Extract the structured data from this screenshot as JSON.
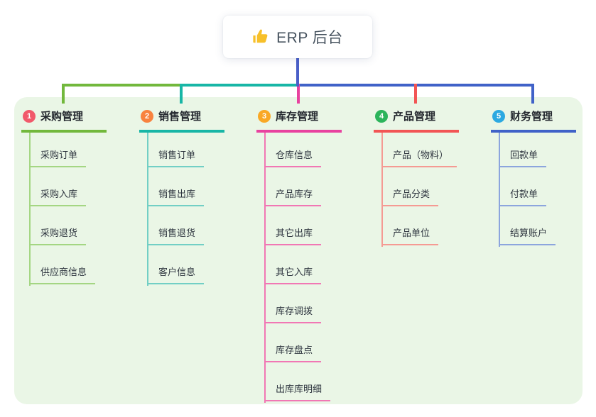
{
  "root": {
    "label": "ERP 后台",
    "icon": "thumbs-up-icon",
    "icon_color": "#f7c02a"
  },
  "colors": {
    "background": "#ffffff",
    "panel_background": "#eaf6e6",
    "root_stem": "#4a5fc8"
  },
  "branches": [
    {
      "num": "1",
      "label": "采购管理",
      "line_color": "#72b83c",
      "child_line_color": "#a4d683",
      "badge_color": "#f1596b",
      "children": [
        "采购订单",
        "采购入库",
        "采购退货",
        "供应商信息"
      ]
    },
    {
      "num": "2",
      "label": "销售管理",
      "line_color": "#18b6a6",
      "child_line_color": "#72cfc5",
      "badge_color": "#f8823e",
      "children": [
        "销售订单",
        "销售出库",
        "销售退货",
        "客户信息"
      ]
    },
    {
      "num": "3",
      "label": "库存管理",
      "line_color": "#e8429f",
      "child_line_color": "#f177b4",
      "badge_color": "#f9a825",
      "children": [
        "仓库信息",
        "产品库存",
        "其它出库",
        "其它入库",
        "库存调拨",
        "库存盘点",
        "出库库明细"
      ]
    },
    {
      "num": "4",
      "label": "产品管理",
      "line_color": "#f25555",
      "child_line_color": "#f59a93",
      "badge_color": "#2cb45b",
      "children": [
        "产品（物料）",
        "产品分类",
        "产品单位"
      ]
    },
    {
      "num": "5",
      "label": "财务管理",
      "line_color": "#4062c8",
      "child_line_color": "#8ca5dd",
      "badge_color": "#2ca9e1",
      "children": [
        "回款单",
        "付款单",
        "结算账户"
      ]
    }
  ]
}
